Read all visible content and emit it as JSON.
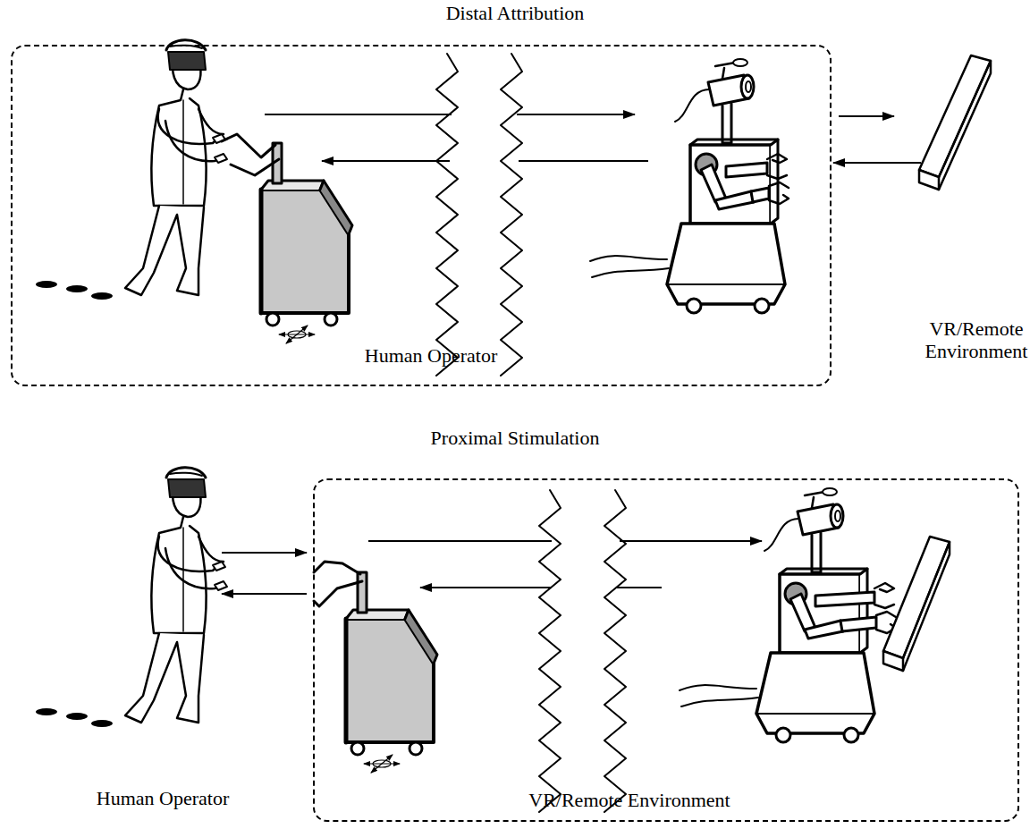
{
  "diagram": {
    "nodes": [
      {
        "text": [
          "Human Operator"
        ]
      },
      {
        "text": [
          "VR/Remote Environment"
        ]
      }
    ],
    "labels": [
      "Distal Attribution",
      "VR/Remote Environment",
      "Proximal Stimulation",
      "Human Operator"
    ]
  }
}
